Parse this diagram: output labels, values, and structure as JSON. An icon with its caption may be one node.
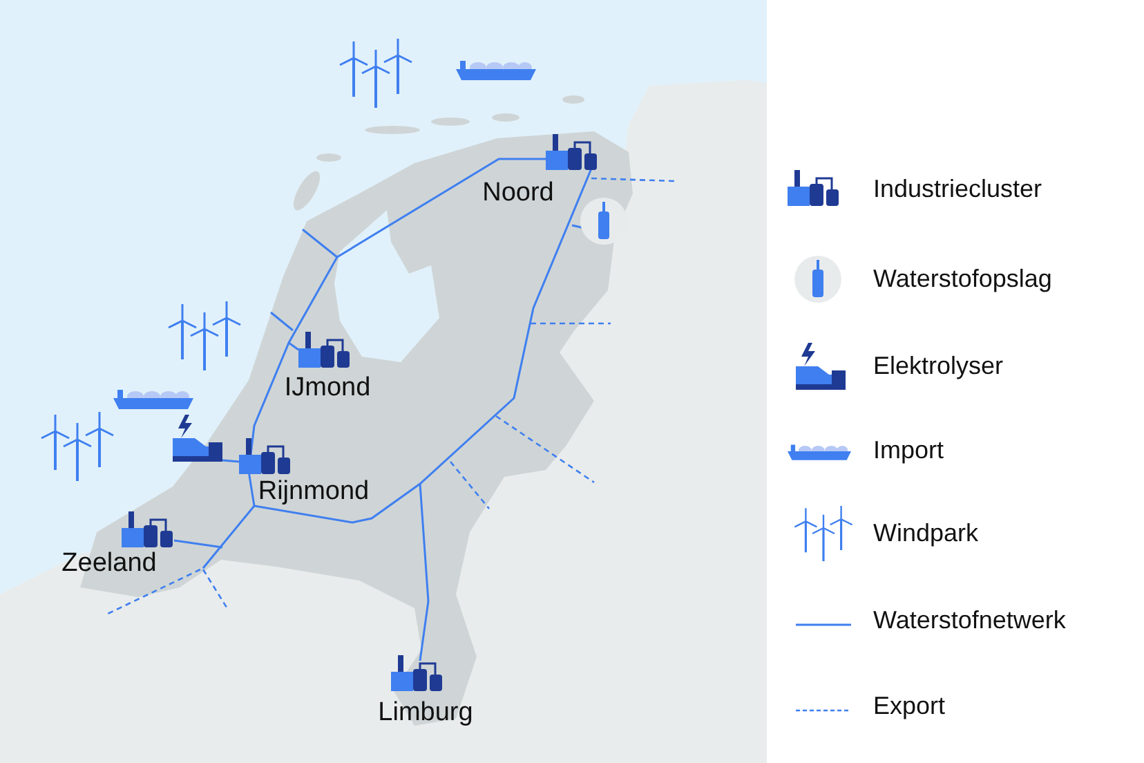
{
  "diagram": {
    "labels": [
      "Noord",
      "IJmond",
      "Rijnmond",
      "Zeeland",
      "Limburg"
    ],
    "legend": [
      {
        "text": "Industriecluster"
      },
      {
        "text": "Waterstofopslag"
      },
      {
        "text": "Elektrolyser"
      },
      {
        "text": "Import"
      },
      {
        "text": "Windpark"
      },
      {
        "text": "Waterstofnetwerk"
      },
      {
        "text": "Export"
      }
    ]
  }
}
